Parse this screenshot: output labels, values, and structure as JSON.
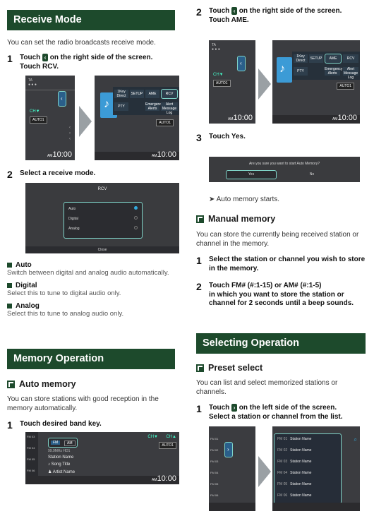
{
  "receive_mode": {
    "title": "Receive Mode",
    "intro": "You can set the radio broadcasts receive mode.",
    "step1": {
      "num": "1",
      "pre": "Touch ",
      "post": " on the right side of the screen.",
      "line2a": "Touch ",
      "line2b": "RCV",
      "line2c": "."
    },
    "step2": {
      "num": "2",
      "text": "Select a receive mode."
    },
    "dialog": {
      "title": "RCV",
      "options": [
        "Auto",
        "Digital",
        "Analog"
      ],
      "close": "Close"
    },
    "items": [
      {
        "label": "Auto",
        "desc": "Switch between digital and analog audio automatically."
      },
      {
        "label": "Digital",
        "desc": "Select this to tune to digital audio only."
      },
      {
        "label": "Analog",
        "desc": "Select this to tune to analog audio only."
      }
    ]
  },
  "screen": {
    "ch_up": "CH▲",
    "ch_down": "CH▼",
    "auto": "AUTO1",
    "time": "10:00",
    "am": "AM",
    "menu": [
      "1Key Direct",
      "SETUP",
      "AME",
      "RCV",
      "PTY",
      "Emergency Alerts",
      "Alert Message Log"
    ]
  },
  "memory_op": {
    "title": "Memory Operation",
    "auto_memory": {
      "subtitle": "Auto memory",
      "text": "You can store stations with good reception in the memory automatically.",
      "step1": {
        "num": "1",
        "text": "Touch desired band key."
      },
      "band": {
        "fm": "FM",
        "am": "AM",
        "freq": "99.9MHz HD1",
        "station": "Station Name",
        "song": "Song Title",
        "artist": "Artist Name",
        "presets": [
          "FM 03",
          "FM 04",
          "FM 05",
          "FM 06"
        ]
      }
    }
  },
  "right": {
    "step2": {
      "num": "2",
      "pre": "Touch ",
      "post": " on the right side of the screen.",
      "line2a": "Touch ",
      "line2b": "AME",
      "line2c": "."
    },
    "step3": {
      "num": "3",
      "pre": "Touch ",
      "bold": "Yes",
      "post": "."
    },
    "confirm": {
      "question": "Are you sure you want to start Auto Memory?",
      "yes": "Yes",
      "no": "No"
    },
    "result": "➤ Auto memory starts.",
    "manual": {
      "subtitle": "Manual memory",
      "text": "You can store the currently being received station or channel in the memory.",
      "step1": {
        "num": "1",
        "text": "Select the station or channel you wish to store in the memory."
      },
      "step2": {
        "num": "2",
        "line1a": "Touch ",
        "fm": "FM#",
        "range1": " (#:1-15) or ",
        "am": "AM#",
        "range2": " (#:1-5)",
        "rest": "in which you want to store the station or channel for 2 seconds until a beep sounds."
      }
    },
    "selecting": {
      "title": "Selecting Operation",
      "preset": {
        "subtitle": "Preset select",
        "text": "You can list and select memorized stations or channels.",
        "step1": {
          "num": "1",
          "pre": "Touch ",
          "post": " on the left side of the screen.",
          "line2": "Select a station or channel from the list."
        },
        "list": [
          {
            "ch": "FM 01",
            "name": "Station Name"
          },
          {
            "ch": "FM 02",
            "name": "Station Name"
          },
          {
            "ch": "FM 03",
            "name": "Station Name"
          },
          {
            "ch": "FM 04",
            "name": "Station Name"
          },
          {
            "ch": "FM 05",
            "name": "Station Name"
          },
          {
            "ch": "FM 06",
            "name": "Station Name"
          }
        ]
      }
    }
  }
}
